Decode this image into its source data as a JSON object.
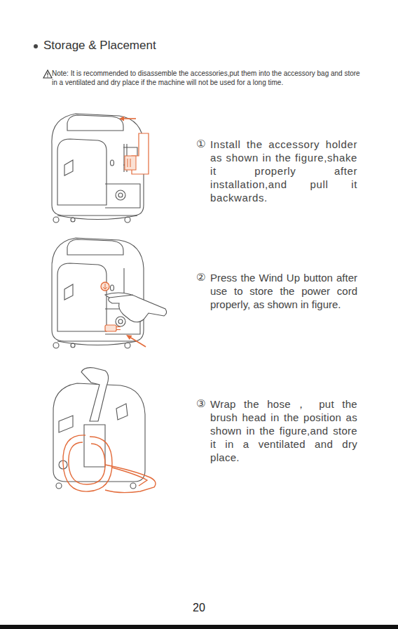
{
  "diagram": {
    "title": "Storage & Placement",
    "labels": [
      "Note: It is recommended to disassemble the accessories,put them into the accessory bag and store in a ventilated and dry place if the machine will not be used for a long time.",
      "①",
      "Install the accessory holder as shown in the figure,shake it properly after installation,and pull it backwards.",
      "②",
      "Press the Wind Up button after use to store the power cord properly, as shown in figure.",
      "③",
      "Wrap the hose， put the brush head in the position as shown in the figure,and store it in a ventilated and dry place.",
      "20"
    ]
  }
}
